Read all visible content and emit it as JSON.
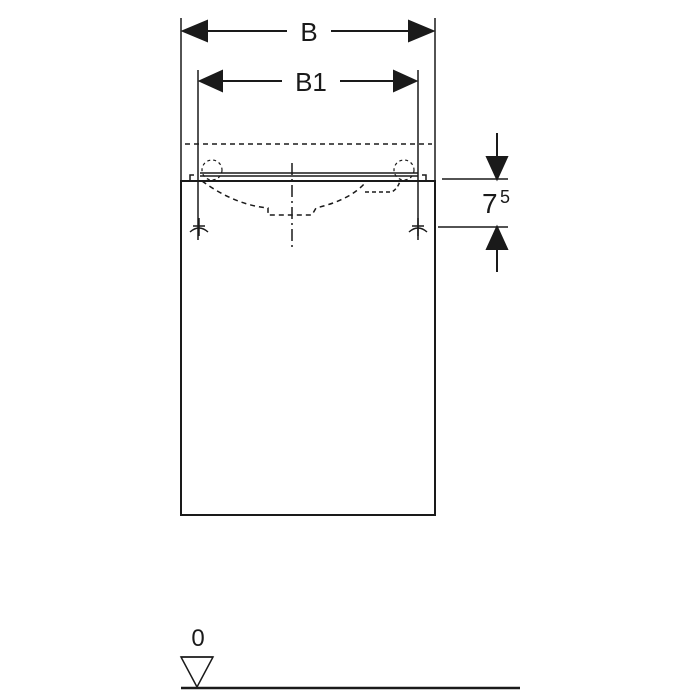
{
  "drawing": {
    "dimension_width_label": "B",
    "dimension_inner_width_label": "B1",
    "dimension_height_main": "7",
    "dimension_height_sup": "5",
    "floor_level_label": "0",
    "line_color": "#1a1a1a"
  }
}
